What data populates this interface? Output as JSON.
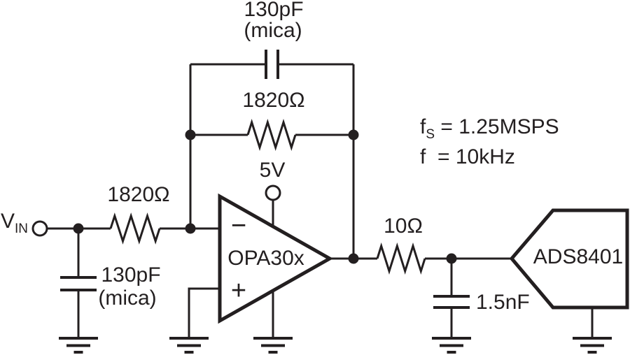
{
  "colors": {
    "ink": "#231f20",
    "background": "#ffffff"
  },
  "source": {
    "label_base": "V",
    "label_sub": "IN"
  },
  "input_stage": {
    "series_resistor": "1820Ω",
    "filter_cap_value": "130pF",
    "filter_cap_type": "(mica)"
  },
  "feedback": {
    "cap_value": "130pF",
    "cap_type": "(mica)",
    "resistor": "1820Ω"
  },
  "opamp": {
    "name": "OPA30x",
    "supply": "5V",
    "inverting_symbol": "−",
    "noninverting_symbol": "+"
  },
  "output_stage": {
    "series_resistor": "10Ω",
    "shunt_cap": "1.5nF"
  },
  "adc": {
    "name": "ADS8401"
  },
  "notes": {
    "line1_base": "f",
    "line1_sub": "S",
    "line1_rest": " = 1.25MSPS",
    "line2": "f  = 10kHz"
  }
}
